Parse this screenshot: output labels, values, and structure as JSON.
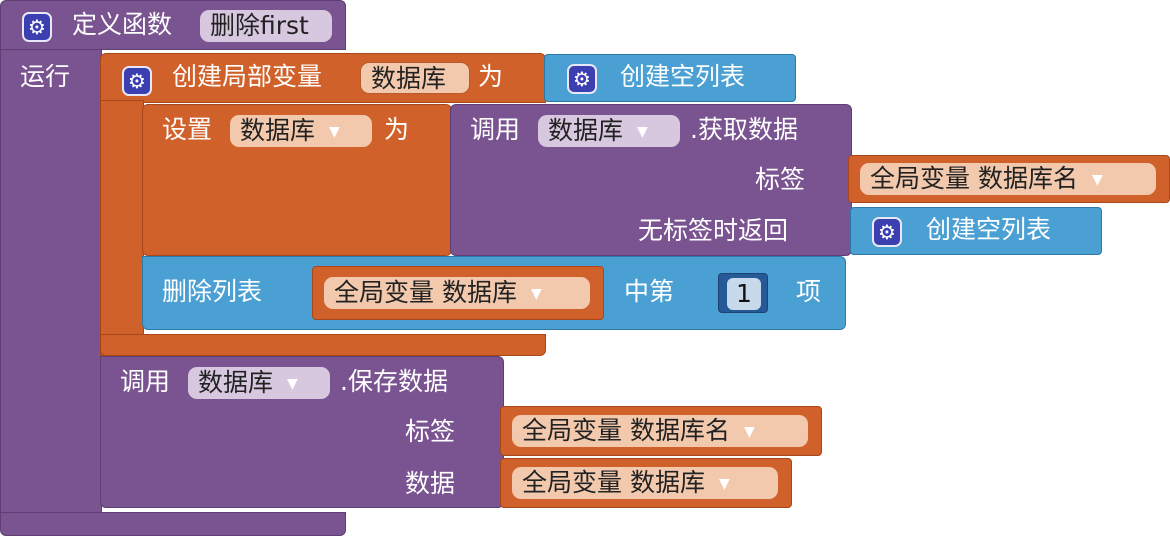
{
  "procedure": {
    "define_label": "定义函数",
    "name": "删除first",
    "do_label": "运行"
  },
  "local_var": {
    "label": "创建局部变量",
    "name": "数据库",
    "as_label": "为",
    "init": "创建空列表"
  },
  "set_block": {
    "label": "设置",
    "var": "数据库",
    "to_label": "为"
  },
  "get_data": {
    "call_label": "调用",
    "component": "数据库",
    "method": ".获取数据",
    "tag_label": "标签",
    "tag_value": "全局变量 数据库名",
    "default_label": "无标签时返回",
    "default_value": "创建空列表"
  },
  "remove_block": {
    "label": "删除列表",
    "list": "全局变量 数据库",
    "index_label": "中第",
    "index_value": "1",
    "item_label": "项"
  },
  "store_data": {
    "call_label": "调用",
    "component": "数据库",
    "method": ".保存数据",
    "tag_label": "标签",
    "tag_value": "全局变量 数据库名",
    "value_label": "数据",
    "value_value": "全局变量 数据库"
  },
  "colors": {
    "procedure": "#7a5391",
    "variable": "#d1612b",
    "list": "#4a9fd3",
    "math": "#255a97"
  },
  "icons": {
    "gear": "gear-icon",
    "dropdown": "dropdown-arrow-icon"
  }
}
